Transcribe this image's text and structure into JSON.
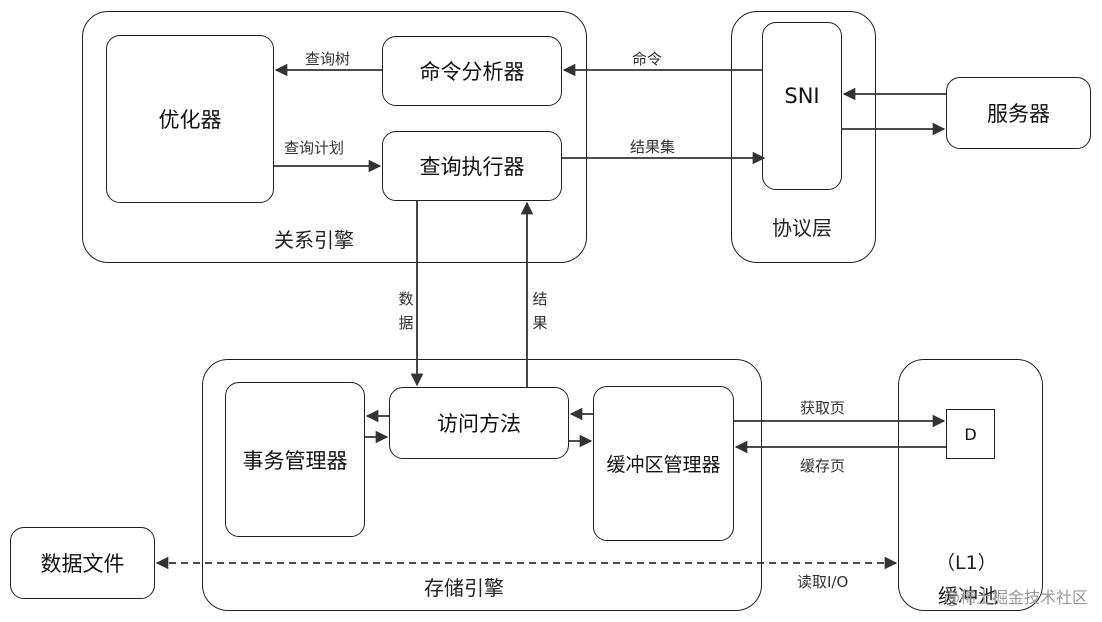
{
  "groups": {
    "relational_engine": "关系引擎",
    "protocol_layer": "协议层",
    "storage_engine": "存储引擎",
    "buffer_pool": "缓冲池",
    "buffer_pool_level": "（L1）"
  },
  "nodes": {
    "optimizer": "优化器",
    "command_parser": "命令分析器",
    "query_executor": "查询执行器",
    "sni": "SNI",
    "server": "服务器",
    "transaction_manager": "事务管理器",
    "access_methods": "访问方法",
    "buffer_manager": "缓冲区管理器",
    "page_d": "D",
    "data_files": "数据文件"
  },
  "edges": {
    "query_tree": "查询树",
    "query_plan": "查询计划",
    "command": "命令",
    "result_set": "结果集",
    "data": "数据",
    "result": "结果",
    "get_page": "获取页",
    "cache_page": "缓存页",
    "read_io": "读取I/O"
  },
  "watermark": "@稀土掘金技术社区"
}
